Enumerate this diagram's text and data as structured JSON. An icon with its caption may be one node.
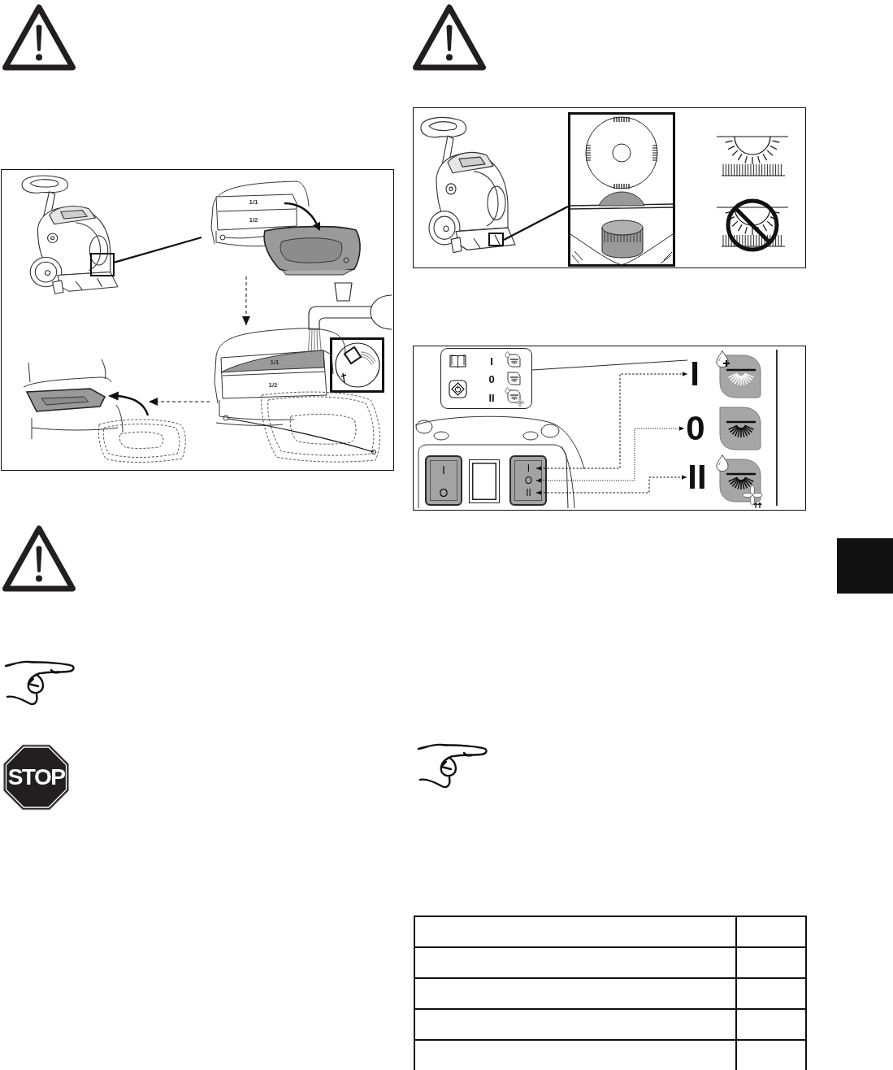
{
  "diagram": {
    "nodes": [
      {
        "text": [],
        "shape": "box"
      },
      {
        "text": [
          "1/1",
          "1/2"
        ]
      },
      {
        "text": [
          "1/1",
          "1/2"
        ]
      },
      {
        "text": [],
        "shape": "picture"
      },
      {
        "text": [
          "STOP"
        ]
      },
      {
        "text": [],
        "shape": "box"
      },
      {
        "text": [],
        "shape": "picture"
      },
      {
        "text": [
          "I",
          "0",
          "II"
        ]
      },
      {
        "text": [
          "I",
          "O"
        ]
      },
      {
        "text": [],
        "shape": "box"
      },
      {
        "text": [
          "I"
        ],
        "in": 9
      },
      {
        "text": [
          "O"
        ],
        "in": 9
      },
      {
        "text": [
          "II"
        ],
        "in": 9
      },
      {
        "text": [
          "I"
        ]
      },
      {
        "text": [
          "0"
        ]
      },
      {
        "text": [
          "II"
        ]
      }
    ],
    "edges": [
      {
        "from": 0,
        "to": 1,
        "arrow": "none"
      },
      {
        "from": 1,
        "to": 2,
        "arrow": "to",
        "style": "dashed"
      },
      {
        "from": 2,
        "to": 3,
        "arrow": "to",
        "style": "dashed"
      },
      {
        "from": 5,
        "to": 6,
        "arrow": "none"
      },
      {
        "from": 7,
        "to": 13,
        "arrow": "none"
      },
      {
        "from": 10,
        "to": 13,
        "arrow": "both",
        "style": "dashed"
      },
      {
        "from": 11,
        "to": 14,
        "arrow": "both",
        "style": "dashed"
      },
      {
        "from": 12,
        "to": 15,
        "arrow": "both",
        "style": "dashed"
      }
    ]
  }
}
